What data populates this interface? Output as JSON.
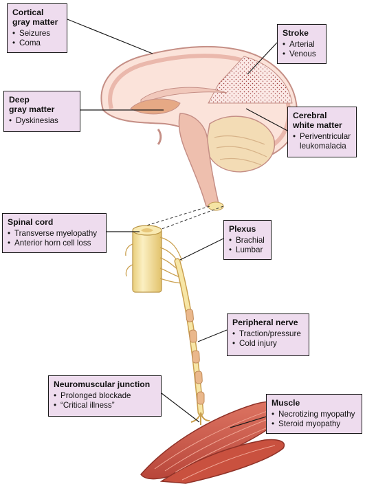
{
  "labels": {
    "cortical": {
      "title": "Cortical\ngray matter",
      "items": [
        "Seizures",
        "Coma"
      ]
    },
    "stroke": {
      "title": "Stroke",
      "items": [
        "Arterial",
        "Venous"
      ]
    },
    "deep": {
      "title": "Deep\ngray matter",
      "items": [
        "Dyskinesias"
      ]
    },
    "white": {
      "title": "Cerebral\nwhite matter",
      "items": [
        "Periventricular\nleukomalacia"
      ]
    },
    "spinal": {
      "title": "Spinal cord",
      "items": [
        "Transverse myelopathy",
        "Anterior horn cell loss"
      ]
    },
    "plexus": {
      "title": "Plexus",
      "items": [
        "Brachial",
        "Lumbar"
      ]
    },
    "nerve": {
      "title": "Peripheral nerve",
      "items": [
        "Traction/pressure",
        "Cold injury"
      ]
    },
    "nmj": {
      "title": "Neuromuscular junction",
      "items": [
        "Prolonged blockade",
        "“Critical illness”"
      ]
    },
    "muscle": {
      "title": "Muscle",
      "items": [
        "Necrotizing myopathy",
        "Steroid myopathy"
      ]
    }
  },
  "colors": {
    "label_fill": "#eedcee",
    "brain_fill": "#fbe3da",
    "brain_outline": "#c58f86",
    "spinal_cord": "#f5e4a4",
    "nerve": "#f2dc94",
    "muscle": "#cf5a46"
  }
}
